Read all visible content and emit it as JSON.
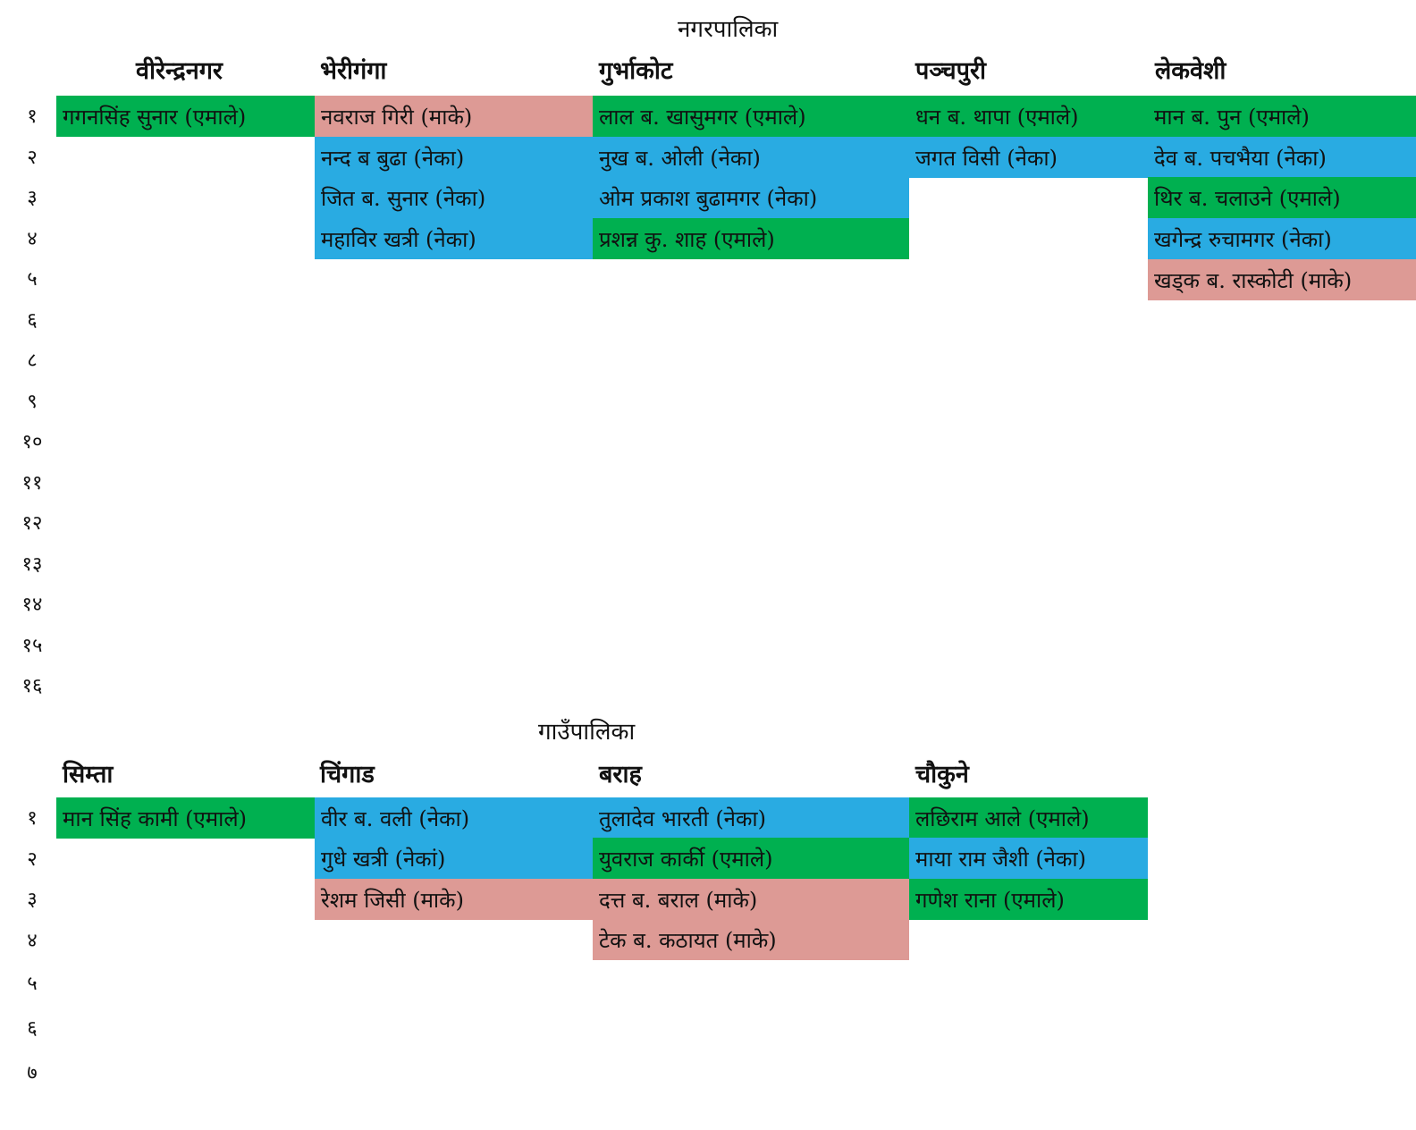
{
  "colors": {
    "UML": "#00b050",
    "NC": "#29abe2",
    "MAO": "#dd9a95"
  },
  "nagarpalika": {
    "title": "नगरपालिका",
    "rows": [
      "१",
      "२",
      "३",
      "४",
      "५",
      "६",
      "८",
      "९",
      "१०",
      "११",
      "१२",
      "१३",
      "१४",
      "१५",
      "१६"
    ],
    "columns": [
      {
        "name": "वीरेन्द्रनगर",
        "cells": [
          {
            "text": "गगनसिंह सुनार (एमाले)",
            "party": "UML"
          }
        ]
      },
      {
        "name": "भेरीगंगा",
        "cells": [
          {
            "text": "नवराज गिरी (माके)",
            "party": "MAO"
          },
          {
            "text": "नन्द ब बुढा (नेका)",
            "party": "NC"
          },
          {
            "text": "जित ब. सुनार (नेका)",
            "party": "NC"
          },
          {
            "text": "महाविर खत्री (नेका)",
            "party": "NC"
          }
        ]
      },
      {
        "name": "गुर्भाकोट",
        "cells": [
          {
            "text": "लाल ब. खासुमगर (एमाले)",
            "party": "UML"
          },
          {
            "text": "नुख ब. ओली (नेका)",
            "party": "NC"
          },
          {
            "text": "ओम प्रकाश बुढामगर (नेका)",
            "party": "NC"
          },
          {
            "text": "प्रशन्न कु. शाह (एमाले)",
            "party": "UML"
          }
        ]
      },
      {
        "name": "पञ्चपुरी",
        "cells": [
          {
            "text": "धन ब. थापा (एमाले)",
            "party": "UML"
          },
          {
            "text": "जगत विसी (नेका)",
            "party": "NC"
          }
        ]
      },
      {
        "name": "लेकवेशी",
        "cells": [
          {
            "text": "मान ब. पुन (एमाले)",
            "party": "UML"
          },
          {
            "text": "देव ब. पचभैया (नेका)",
            "party": "NC"
          },
          {
            "text": "थिर ब. चलाउने (एमाले)",
            "party": "UML"
          },
          {
            "text": "खगेन्द्र रुचामगर (नेका)",
            "party": "NC"
          },
          {
            "text": "खड्क ब. रास्कोटी (माके)",
            "party": "MAO"
          }
        ]
      }
    ]
  },
  "gaunpalika": {
    "title": "गाउँपालिका",
    "rows": [
      "१",
      "२",
      "३",
      "४",
      "५",
      "६",
      "७"
    ],
    "columns": [
      {
        "name": "सिम्ता",
        "cells": [
          {
            "text": "मान सिंह कामी (एमाले)",
            "party": "UML"
          }
        ]
      },
      {
        "name": "चिंगाड",
        "cells": [
          {
            "text": "वीर ब. वली (नेका)",
            "party": "NC"
          },
          {
            "text": "गुधे खत्री (नेकां)",
            "party": "NC"
          },
          {
            "text": "रेशम जिसी (माके)",
            "party": "MAO"
          }
        ]
      },
      {
        "name": "बराह",
        "cells": [
          {
            "text": "तुलादेव भारती (नेका)",
            "party": "NC"
          },
          {
            "text": "युवराज कार्की (एमाले)",
            "party": "UML"
          },
          {
            "text": "दत्त ब. बराल (माके)",
            "party": "MAO"
          },
          {
            "text": "टेक ब. कठायत (माके)",
            "party": "MAO"
          }
        ]
      },
      {
        "name": "चौकुने",
        "cells": [
          {
            "text": "लछिराम आले (एमाले)",
            "party": "UML"
          },
          {
            "text": "माया राम जैशी (नेका)",
            "party": "NC"
          },
          {
            "text": "गणेश राना (एमाले)",
            "party": "UML"
          }
        ]
      }
    ]
  }
}
